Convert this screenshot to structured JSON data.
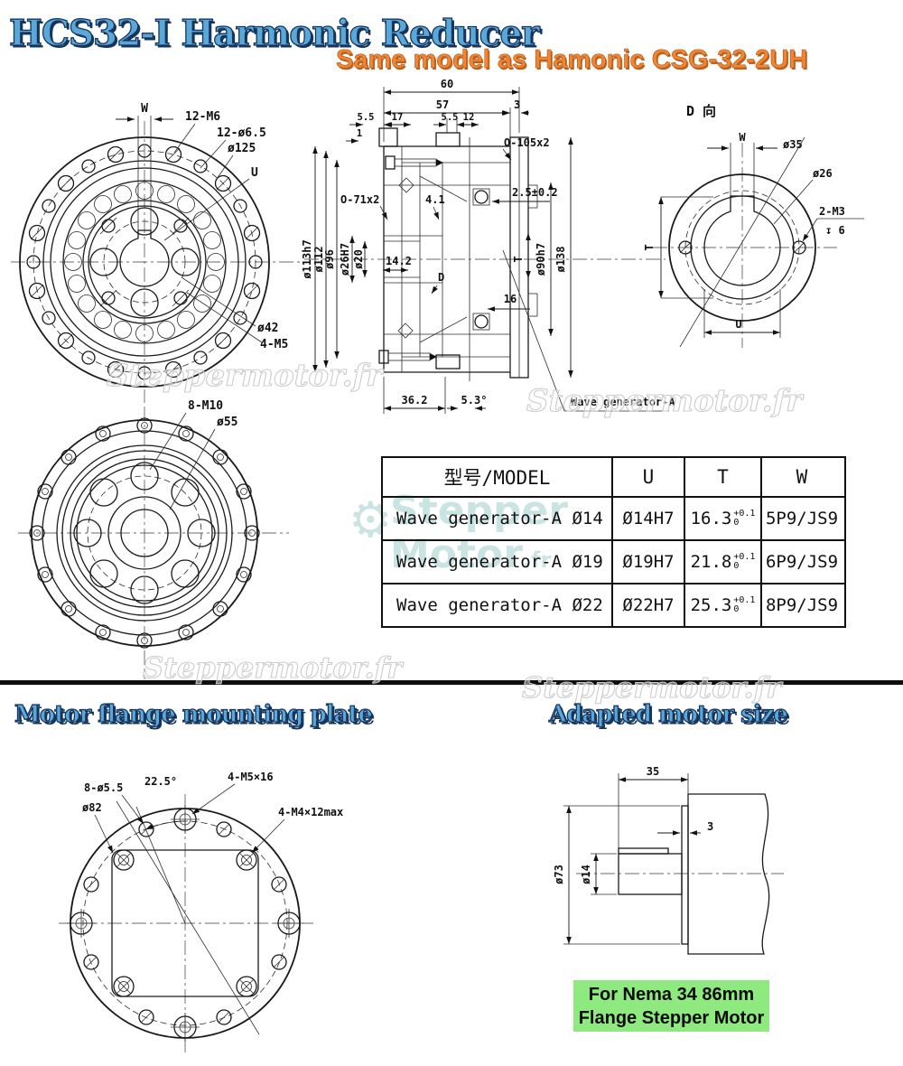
{
  "page": {
    "title": "HCS32-I Harmonic Reducer",
    "subtitle": "Same model as Hamonic CSG-32-2UH"
  },
  "watermark": {
    "text": "Steppermotor.fr",
    "gear": "⚙",
    "line1": "Stepper",
    "line2": "Motor",
    "suffix": ".fr"
  },
  "front_view": {
    "labels": {
      "w": "W",
      "m6": "12-M6",
      "d65": "12-ø6.5",
      "d125": "ø125",
      "u": "U",
      "d42": "ø42",
      "m5": "4-M5"
    }
  },
  "output_view": {
    "labels": {
      "m10": "8-M10",
      "d55": "ø55"
    }
  },
  "section_view": {
    "labels": {
      "dim60": "60",
      "dim57": "57",
      "dim3": "3",
      "dim55a": "5.5",
      "dim17": "17",
      "dim55b": "5.5",
      "dim12": "12",
      "dim1": "1",
      "o105": "O-105x2",
      "o71": "O-71x2",
      "dim41": "4.1",
      "dim25": "2.5±0.2",
      "d113": "ø113h7",
      "d112": "ø112",
      "d96": "ø96",
      "d26": "ø26H7",
      "d20": "ø20",
      "dim142": "14.2",
      "d": "D",
      "t": "T",
      "d90": "ø90h7",
      "d138": "ø138",
      "dim16": "16",
      "dim362": "36.2",
      "dim53": "5.3°",
      "wave": "Wave generator-A"
    }
  },
  "d_view": {
    "title": "D 向",
    "labels": {
      "w": "W",
      "d35": "ø35",
      "d26": "ø26",
      "m3": "2-M3",
      "depth": "↧ 6",
      "t": "T",
      "u": "U"
    }
  },
  "table": {
    "headers": [
      "型号/MODEL",
      "U",
      "T",
      "W"
    ],
    "rows": [
      {
        "model": "Wave generator-A Ø14",
        "u": "Ø14H7",
        "t_main": "16.3",
        "t_sup": "+0.1",
        "t_sub": "0",
        "w": "5P9/JS9"
      },
      {
        "model": "Wave generator-A Ø19",
        "u": "Ø19H7",
        "t_main": "21.8",
        "t_sup": "+0.1",
        "t_sub": "0",
        "w": "6P9/JS9"
      },
      {
        "model": "Wave generator-A Ø22",
        "u": "Ø22H7",
        "t_main": "25.3",
        "t_sup": "+0.1",
        "t_sub": "0",
        "w": "8P9/JS9"
      }
    ]
  },
  "sections": {
    "flange_title": "Motor flange mounting plate",
    "motor_title": "Adapted motor size"
  },
  "flange_view": {
    "labels": {
      "d55": "8-ø5.5",
      "angle": "22.5°",
      "d82": "ø82",
      "m5": "4-M5×16",
      "m4": "4-M4×12max"
    }
  },
  "motor_view": {
    "labels": {
      "dim35": "35",
      "dim3": "3",
      "d73": "ø73",
      "d14": "ø14"
    }
  },
  "note": {
    "line1": "For Nema 34 86mm",
    "line2": "Flange Stepper Motor"
  },
  "colors": {
    "title_fill": "#5aa8d8",
    "title_outline": "#16355e",
    "subtitle": "#f08634",
    "note_bg": "#8ee97e",
    "watermark_gray": "#cccccc",
    "watermark_teal": "#c4e2e1",
    "line": "#1a1a1a"
  }
}
